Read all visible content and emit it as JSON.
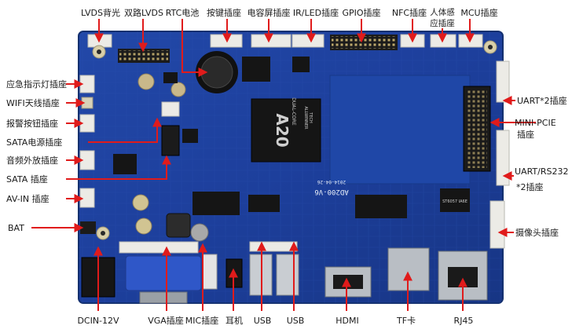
{
  "colors": {
    "board": "#1d3f9c",
    "board_dark": "#163379",
    "board_edge": "#14306f",
    "callout": "#e01b1b",
    "label_text": "#1a1a1a",
    "connector_white": "#ecebe6",
    "chip_black": "#151515"
  },
  "labels": {
    "top": {
      "lvds_backlight": "LVDS背光",
      "dual_lvds": "双路LVDS",
      "rtc_battery": "RTC电池",
      "key_socket": "按键插座",
      "cap_screen": "电容屏插座",
      "ir_led": "IR/LED插座",
      "gpio": "GPIO插座",
      "nfc": "NFC插座",
      "body_sensor_1": "人体感",
      "body_sensor_2": "应插座",
      "mcu": "MCU插座"
    },
    "left": {
      "emergency_light": "应急指示灯插座",
      "wifi_antenna": "WIFI天线插座",
      "alarm_button": "报警按钮插座",
      "sata_power": "SATA电源插座",
      "audio_amp": "音频外放插座",
      "sata": "SATA  插座",
      "av_in": "AV-IN  插座",
      "bat": "BAT"
    },
    "right": {
      "uart2": "UART*2插座",
      "mini_pcie_1": "MINI-PCIE",
      "mini_pcie_2": "插座",
      "uart_rs232_1": "UART/RS232",
      "uart_rs232_2": "*2插座",
      "camera": "摄像头插座"
    },
    "bottom": {
      "dcin": "DCIN-12V",
      "vga": "VGA插座",
      "mic": "MIC插座",
      "earphone": "耳机",
      "usb_1": "USB",
      "usb_2": "USB",
      "hdmi": "HDMI",
      "tf_card": "TF卡",
      "rj45": "RJ45"
    }
  },
  "silkscreen": {
    "soc_name": "A20",
    "soc_brand": "DUAL-CORE",
    "soc_maker": "ALLWINNER",
    "soc_tech": "TECH",
    "board_model": "AD200-V6",
    "board_date": "2014-04-26",
    "chip_code": "ST6057 IA6E"
  }
}
